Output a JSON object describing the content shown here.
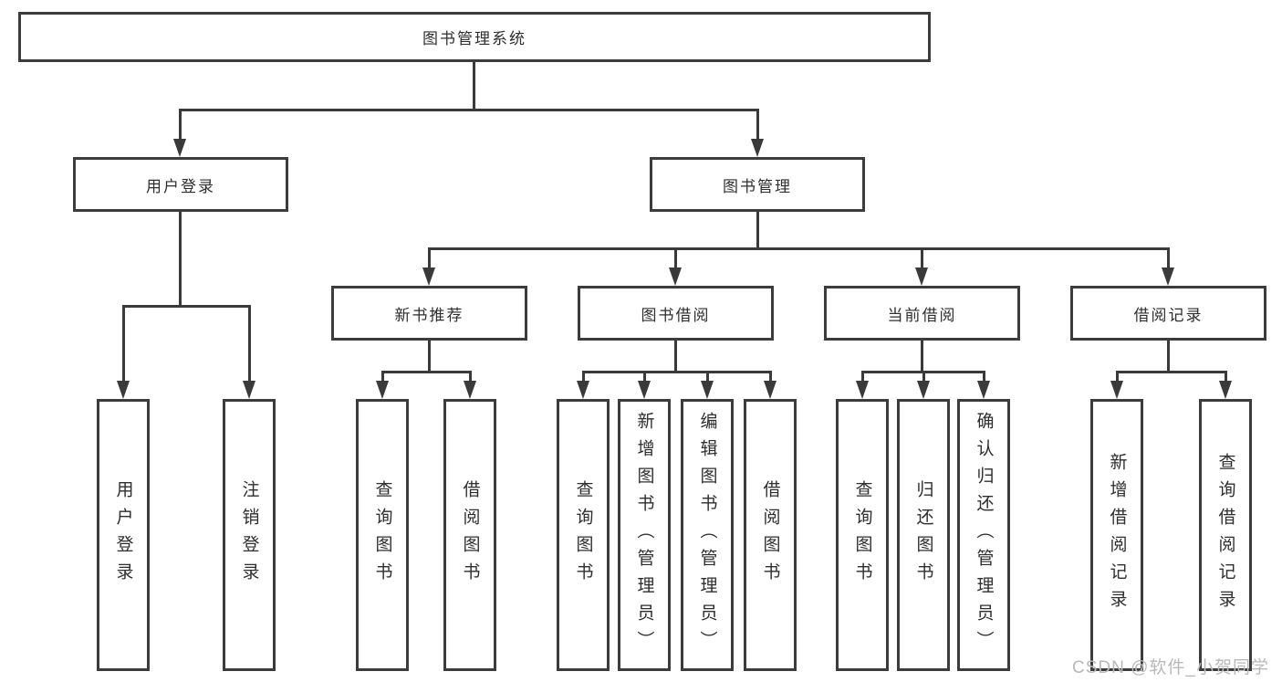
{
  "tree": {
    "label": "图书管理系统",
    "children": [
      {
        "label": "用户登录",
        "children": [
          {
            "label": "用户登录"
          },
          {
            "label": "注销登录"
          }
        ]
      },
      {
        "label": "图书管理",
        "children": [
          {
            "label": "新书推荐",
            "children": [
              {
                "label": "查询图书"
              },
              {
                "label": "借阅图书"
              }
            ]
          },
          {
            "label": "图书借阅",
            "children": [
              {
                "label": "查询图书"
              },
              {
                "label": "新增图书（管理员）"
              },
              {
                "label": "编辑图书（管理员）"
              },
              {
                "label": "借阅图书"
              }
            ]
          },
          {
            "label": "当前借阅",
            "children": [
              {
                "label": "查询图书"
              },
              {
                "label": "归还图书"
              },
              {
                "label": "确认归还（管理员）"
              }
            ]
          },
          {
            "label": "借阅记录",
            "children": [
              {
                "label": "新增借阅记录"
              },
              {
                "label": "查询借阅记录"
              }
            ]
          }
        ]
      }
    ]
  },
  "watermark": {
    "text": "CSDN @软件_小贺同学"
  },
  "colors": {
    "line": "#3a3a3a",
    "box_border": "#3c3c3c",
    "text": "#2e2e2e",
    "watermark": "#b9b9b9",
    "background": "#ffffff"
  }
}
